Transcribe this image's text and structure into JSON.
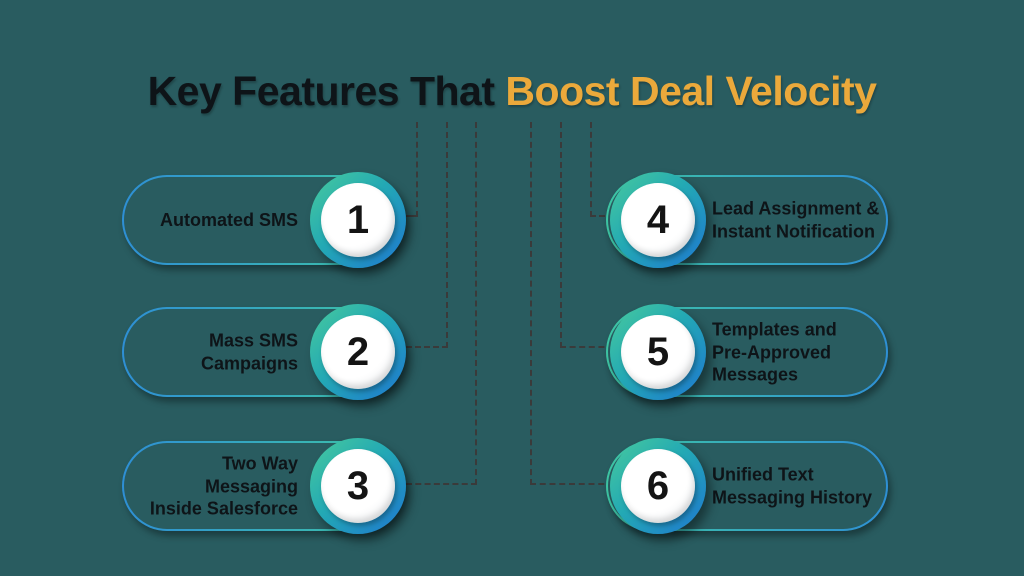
{
  "title": {
    "text_dark": "Key Features That",
    "text_accent": "Boost Deal Velocity"
  },
  "features": [
    {
      "number": "1",
      "label": "Automated SMS"
    },
    {
      "number": "2",
      "label": "Mass SMS\nCampaigns"
    },
    {
      "number": "3",
      "label": "Two Way\nMessaging\nInside Salesforce"
    },
    {
      "number": "4",
      "label": "Lead Assignment &\nInstant Notification"
    },
    {
      "number": "5",
      "label": "Templates and\nPre-Approved\nMessages"
    },
    {
      "number": "6",
      "label": "Unified Text\nMessaging History"
    }
  ],
  "colors": {
    "background": "#295C60",
    "title_dark": "#0E1418",
    "title_accent": "#EBA93B",
    "pill_border_start": "#3EC6A4",
    "pill_border_end": "#2E8FD5",
    "badge_grad_a": "#44C79F",
    "badge_grad_b": "#23A9B4",
    "badge_grad_c": "#1F7CCE",
    "badge_number": "#141414",
    "connector": "#3A3A3A",
    "text": "#0E1418"
  }
}
